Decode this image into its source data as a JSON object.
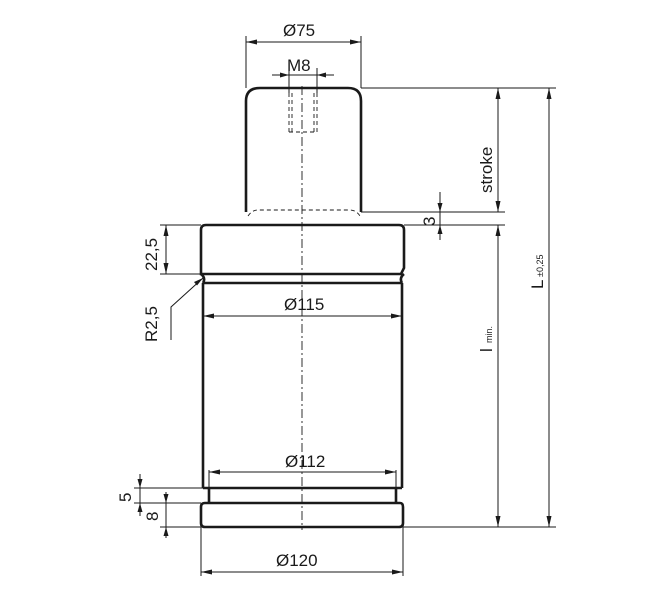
{
  "drawing": {
    "dimensions": {
      "rod_diameter": "Ø75",
      "thread": "M8",
      "stroke": "stroke",
      "gap_top": "3",
      "flange_height": "22,5",
      "groove_radius": "R2,5",
      "body_diameter": "Ø115",
      "length_min_main": "l",
      "length_min_sub": "min.",
      "length_main": "L",
      "length_sub": "±0,25",
      "lower_diameter": "Ø112",
      "groove_height": "5",
      "base_height": "8",
      "base_diameter": "Ø120"
    }
  }
}
